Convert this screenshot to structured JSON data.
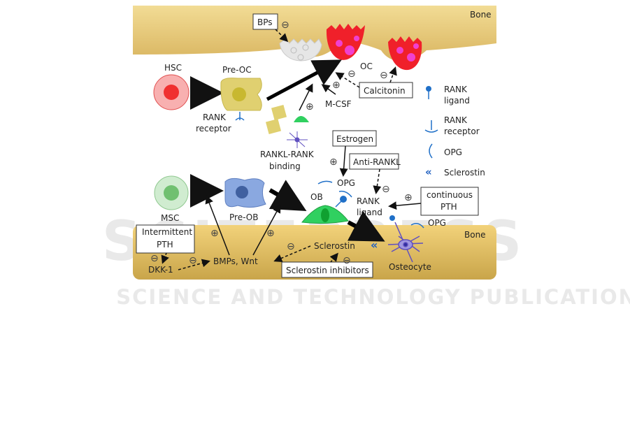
{
  "watermark": {
    "big": "SCITEPRESS",
    "small": "SCIENCE AND TECHNOLOGY PUBLICATIONS"
  },
  "labels": {
    "bone_top": "Bone",
    "bone_bottom": "Bone",
    "bps": "BPs",
    "hsc": "HSC",
    "pre_oc": "Pre-OC",
    "oc": "OC",
    "rank_receptor_1": "RANK",
    "rank_receptor_2": "receptor",
    "m_csf": "M-CSF",
    "calcitonin": "Calcitonin",
    "rankl_rank_1": "RANKL-RANK",
    "rankl_rank_2": "binding",
    "estrogen": "Estrogen",
    "anti_rankl": "Anti-RANKL",
    "opg_top": "OPG",
    "opg_bottom": "OPG",
    "ob": "OB",
    "rank_ligand_1": "RANK",
    "rank_ligand_2": "ligand",
    "continuous_pth_1": "continuous",
    "continuous_pth_2": "PTH",
    "msc": "MSC",
    "pre_ob": "Pre-OB",
    "intermittent_pth_1": "Intermittent",
    "intermittent_pth_2": "PTH",
    "dkk1": "DKK-1",
    "bmps_wnt": "BMPs, Wnt",
    "sclerostin": "Sclerostin",
    "sclerostin_inhibitors": "Sclerostin inhibitors",
    "osteocyte": "Osteocyte",
    "plus": "⊕",
    "minus": "⊖"
  },
  "legend": [
    {
      "icon": "rank-ligand",
      "label_1": "RANK",
      "label_2": "ligand"
    },
    {
      "icon": "rank-receptor",
      "label_1": "RANK",
      "label_2": "receptor"
    },
    {
      "icon": "opg",
      "label_1": "OPG"
    },
    {
      "icon": "sclerostin",
      "label_1": "Sclerostin"
    }
  ],
  "colors": {
    "bone": "#e6c877",
    "osteoclast": "#f0202a",
    "nucleus_oc": "#f040d0",
    "hsc": "#f05050",
    "pre_oc": "#e0d070",
    "msc": "#9ed69a",
    "pre_ob": "#8aa8e0",
    "ob": "#30d060",
    "receptor": "#2070c8",
    "osteocyte": "#6050c0"
  }
}
